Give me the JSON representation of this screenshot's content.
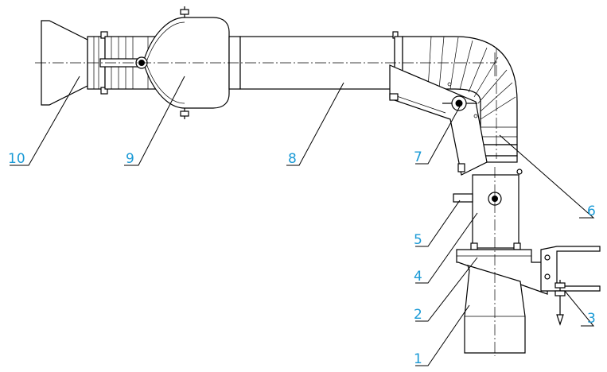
{
  "callouts": [
    {
      "id": "1",
      "text": "1"
    },
    {
      "id": "2",
      "text": "2"
    },
    {
      "id": "3",
      "text": "3"
    },
    {
      "id": "4",
      "text": "4"
    },
    {
      "id": "5",
      "text": "5"
    },
    {
      "id": "6",
      "text": "6"
    },
    {
      "id": "7",
      "text": "7"
    },
    {
      "id": "8",
      "text": "8"
    },
    {
      "id": "9",
      "text": "9"
    },
    {
      "id": "10",
      "text": "10"
    }
  ],
  "colors": {
    "callout_text": "#1a9ad6",
    "line": "#000000",
    "background": "#ffffff"
  }
}
